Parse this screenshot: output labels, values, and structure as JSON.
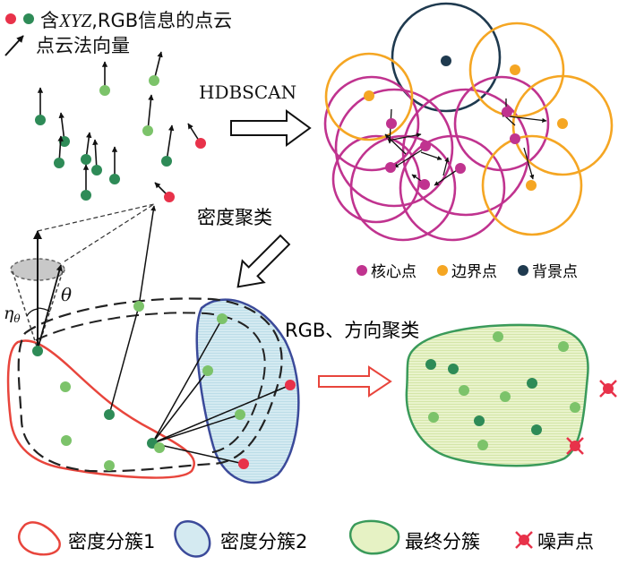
{
  "legend_top": {
    "point_cloud_prefix": "含",
    "point_cloud_xyz": "XYZ",
    "point_cloud_suffix": ",RGB信息的点云",
    "normal_label": "点云法向量"
  },
  "steps": {
    "hdbscan": "HDBSCAN",
    "density_clustering": "密度聚类",
    "rgb_direction_clustering": "RGB、方向聚类"
  },
  "symbols": {
    "theta": "θ",
    "eta": "η",
    "eta_sub": "θ"
  },
  "hdbscan_legend": {
    "core": "核心点",
    "border": "边界点",
    "background": "背景点"
  },
  "legend_bottom": {
    "cluster1": "密度分簇1",
    "cluster2": "密度分簇2",
    "final": "最终分簇",
    "noise": "噪声点"
  },
  "colors": {
    "green_point": "#2e8b57",
    "light_green_point": "#7cc36a",
    "red_point": "#e8324a",
    "core": "#c0338f",
    "border": "#f5a623",
    "background": "#1f3a4f",
    "cluster1_edge": "#e8453c",
    "cluster2_edge": "#3b4a9a",
    "cluster2_fill": "#cfe7ef",
    "final_edge": "#3a9a5a",
    "final_fill": "#e6f2c4"
  }
}
